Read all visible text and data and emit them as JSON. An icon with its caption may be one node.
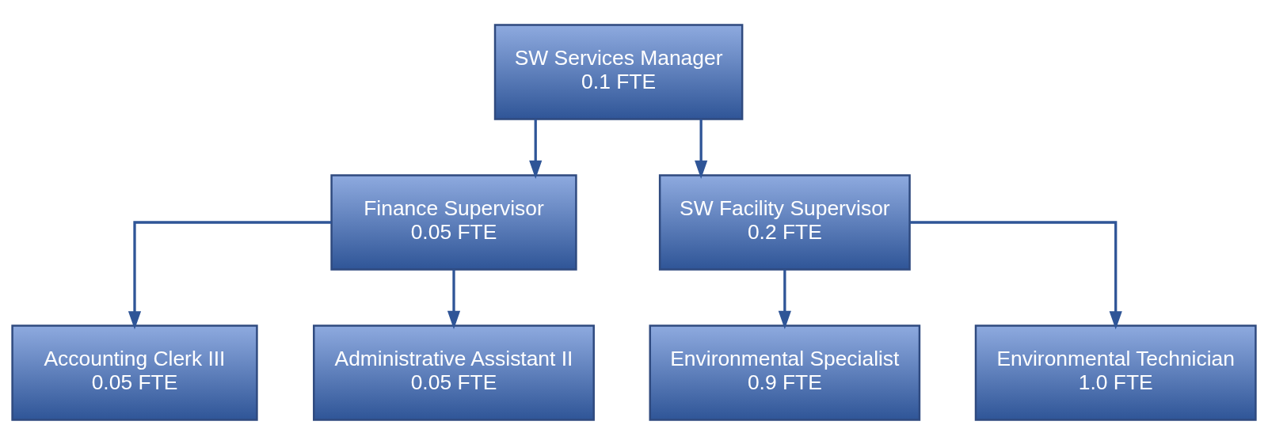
{
  "diagram": {
    "nodes": [
      {
        "text": [
          "SW Services Manager",
          "0.1 FTE"
        ]
      },
      {
        "text": [
          "Finance Supervisor",
          "0.05 FTE"
        ]
      },
      {
        "text": [
          "SW Facility Supervisor",
          "0.2 FTE"
        ]
      },
      {
        "text": [
          "Accounting Clerk III",
          "0.05 FTE"
        ]
      },
      {
        "text": [
          "Administrative Assistant II",
          "0.05 FTE"
        ]
      },
      {
        "text": [
          "Environmental Specialist",
          "0.9 FTE"
        ]
      },
      {
        "text": [
          "Environmental Technician",
          "1.0 FTE"
        ]
      }
    ],
    "edges": [
      {
        "from": 0,
        "to": 1,
        "arrow": "to"
      },
      {
        "from": 0,
        "to": 2,
        "arrow": "to"
      },
      {
        "from": 1,
        "to": 3,
        "arrow": "to"
      },
      {
        "from": 1,
        "to": 4,
        "arrow": "to"
      },
      {
        "from": 2,
        "to": 5,
        "arrow": "to"
      },
      {
        "from": 2,
        "to": 6,
        "arrow": "to"
      }
    ]
  }
}
